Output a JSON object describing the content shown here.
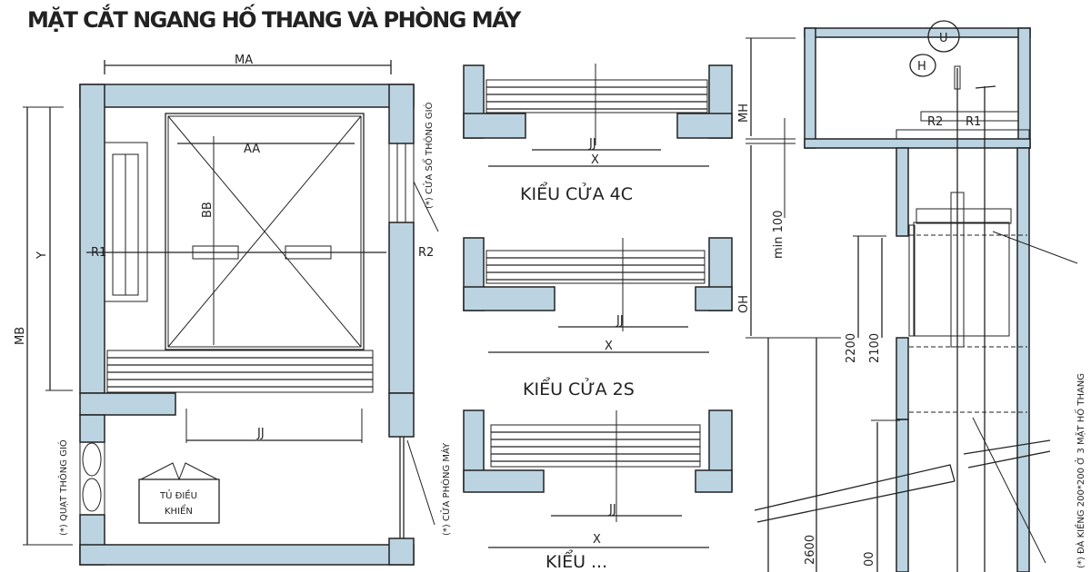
{
  "title": "MẶT CẮT NGANG HỐ THANG VÀ PHÒNG MÁY",
  "plan": {
    "ma": "MA",
    "aa": "AA",
    "bb": "BB",
    "y": "Y",
    "mb": "MB",
    "r1": "R1",
    "r2": "R2",
    "jj": "JJ",
    "vent_window": "(*) CỬA SỔ THÔNG GIÓ",
    "vent_fan": "(*) QUẠT THÔNG GIÓ",
    "control_cabinet_line1": "TỦ ĐIỀU",
    "control_cabinet_line2": "KHIỂN",
    "machine_room_door": "(*) CỬA PHÒNG MÁY"
  },
  "door_types": [
    {
      "label": "",
      "jj": "JJ",
      "x": "X"
    },
    {
      "label": "KIỂU CỬA 4C",
      "jj": "JJ",
      "x": "X"
    },
    {
      "label": "KIỂU CỬA 2S",
      "jj": "JJ",
      "x": "X"
    },
    {
      "label": "KIỂU ..."
    }
  ],
  "section": {
    "mh": "MH",
    "min100": "min 100",
    "oh": "OH",
    "h2200": "2200",
    "h2100": "2100",
    "h2600": "2600",
    "h_partial": "00",
    "h_circle": "H",
    "u_circle": "U",
    "r1": "R1",
    "r2": "R2",
    "beam_note": "(*) ĐÀ KIỀNG 200*200 Ở 3 MẶT HỐ THANG"
  },
  "colors": {
    "wall": "#bcd4e1",
    "line": "#222222"
  }
}
